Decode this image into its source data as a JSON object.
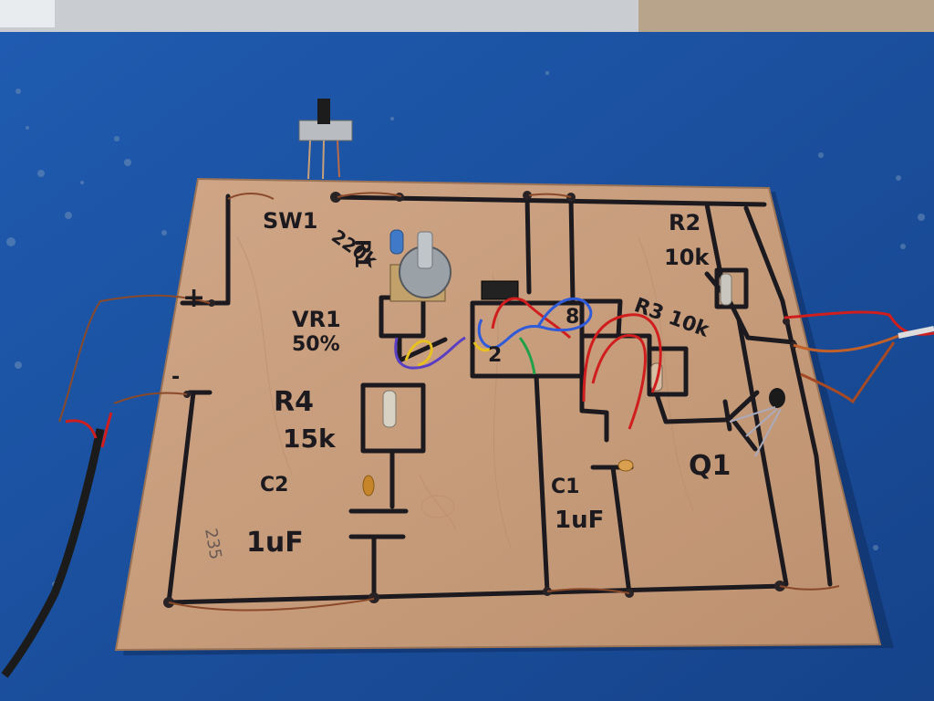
{
  "board_labels": {
    "sw1": "SW1",
    "r1": "R1",
    "r1_value": "220k",
    "vr1": "VR1",
    "vr1_value": "50%",
    "r2": "R2",
    "r2_value": "10k",
    "r3": "R3 10k",
    "r4": "R4",
    "r4_value": "15k",
    "c2": "C2",
    "c2_value": "1uF",
    "c1": "C1",
    "c1_value": "1uF",
    "q1": "Q1",
    "plus": "+",
    "minus": "-",
    "pencil_note": "235",
    "ic_pin_left": "2",
    "ic_pin_right": "8"
  },
  "colors": {
    "table": "#1a4fa0",
    "plywood": "#c9a07e",
    "ink": "#1c1a1e",
    "copper_wire": "#8a4a2a",
    "red_wire": "#d01e1e"
  }
}
